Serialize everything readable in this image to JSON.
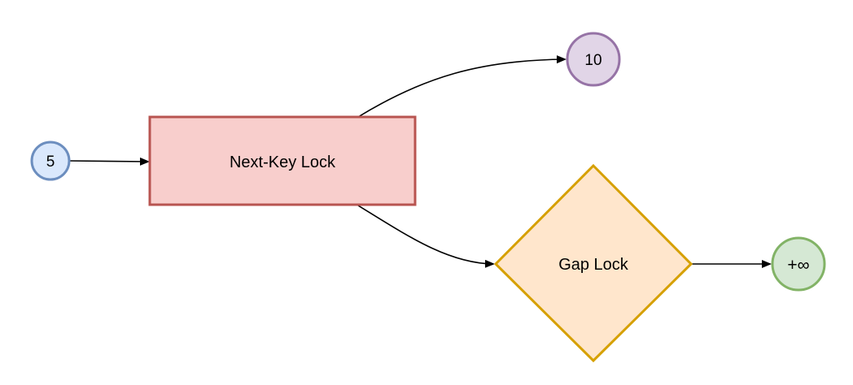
{
  "nodes": {
    "node_5": {
      "label": "5",
      "fill": "#dae8fc",
      "stroke": "#6c8ebf"
    },
    "node_10": {
      "label": "10",
      "fill": "#e1d5e7",
      "stroke": "#9673a6"
    },
    "next_key_lock": {
      "label": "Next-Key Lock",
      "fill": "#f8cecc",
      "stroke": "#b85450"
    },
    "gap_lock": {
      "label": "Gap Lock",
      "fill": "#ffe6cc",
      "stroke": "#d6a000"
    },
    "node_inf": {
      "label": "+∞",
      "fill": "#d5e8d4",
      "stroke": "#82b366"
    }
  }
}
